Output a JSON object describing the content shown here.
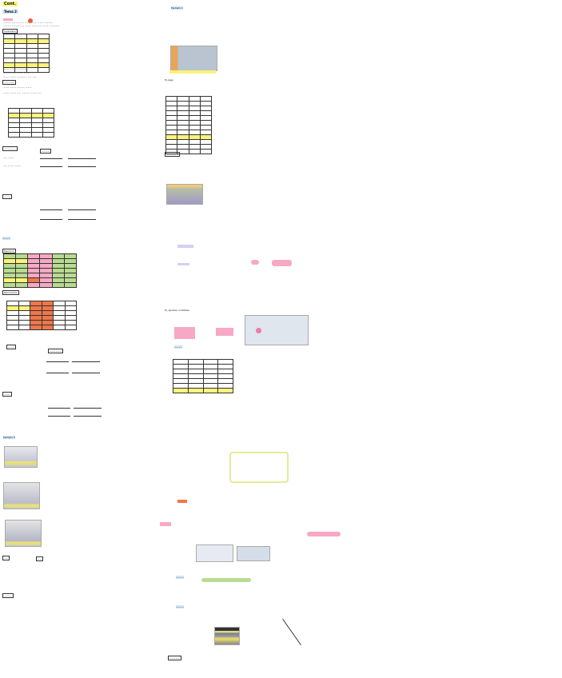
{
  "document": {
    "title": "Cont.",
    "subtitle": "Tema 2",
    "left_column": {
      "sections": [
        {
          "label": "Ventas",
          "note": "handwritten notes (illegible at this resolution)"
        },
        {
          "label": "Inventario",
          "table": {
            "rows": 7,
            "cols": 4
          }
        },
        {
          "label": "Devolución",
          "table": {
            "rows": 6,
            "cols": 4
          }
        },
        {
          "label": "Ejercicio",
          "table": {
            "rows": 7,
            "cols": 6,
            "highlight": "green/red"
          }
        },
        {
          "label": "Devolución",
          "table": {
            "rows": 6,
            "cols": 6,
            "highlight": "orange"
          }
        },
        {
          "label": "Ejemplo 3"
        },
        {
          "label": "Ejemplo 4"
        },
        {
          "label": "Ejemplo 5",
          "photos": 3
        }
      ]
    },
    "middle_column": {
      "sections": [
        {
          "label": "Ejemplo 1",
          "photo": true
        },
        {
          "label": "Ej pago",
          "table": {
            "rows": 12,
            "cols": 4
          }
        },
        {
          "label": "Ejemplo 2",
          "photo": true
        },
        {
          "label": "Ej. ajustes contables",
          "table": {
            "rows": 7,
            "cols": 4
          }
        },
        {
          "label": "Ejemplo 6",
          "boxed_note": true
        },
        {
          "label": "Ejemplo 7",
          "photos": 2
        },
        {
          "label": "Ejemplo 8",
          "photo": true
        }
      ]
    },
    "headers": [
      "Cont.",
      "Tema 2"
    ],
    "colors": {
      "yellow": "#fbf37a",
      "blue": "#cfe4f7",
      "pink": "#f7a8c4",
      "green": "#b8dc8f",
      "orange": "#f0764a",
      "lavender": "#d9cdf5"
    }
  }
}
